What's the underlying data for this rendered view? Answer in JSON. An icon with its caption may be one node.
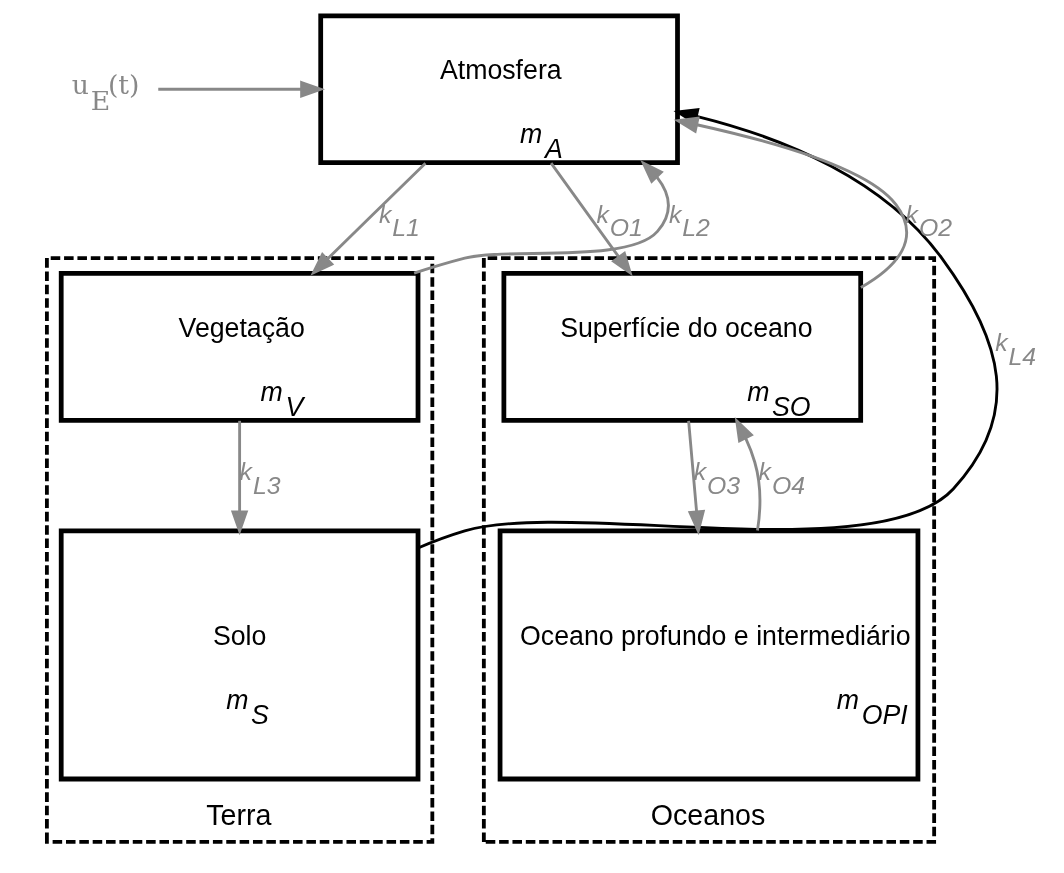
{
  "diagram": {
    "nodes": [
      {
        "text": [
          "u$_{E}$(t)"
        ]
      },
      {
        "text": [
          "Atmosfera",
          "m$_{A}$"
        ]
      },
      {
        "text": [
          "Terra"
        ]
      },
      {
        "text": [
          "Vegetação",
          "m$_{V}$"
        ],
        "in": 2
      },
      {
        "text": [
          "Solo",
          "m$_{S}$"
        ],
        "in": 2
      },
      {
        "text": [
          "Oceanos"
        ]
      },
      {
        "text": [
          "Superfície do oceano",
          "m$_{SO}$"
        ],
        "in": 5
      },
      {
        "text": [
          "Oceano profundo e intermediário",
          "m$_{OPI}$"
        ],
        "in": 5
      }
    ],
    "edges": [
      {
        "from": 0,
        "to": 1,
        "arrow": "to"
      },
      {
        "from": 1,
        "to": 3,
        "arrow": "to",
        "label": "k$_{L1}$"
      },
      {
        "from": 3,
        "to": 1,
        "arrow": "to",
        "label": "k$_{L2}$"
      },
      {
        "from": 3,
        "to": 4,
        "arrow": "to",
        "label": "k$_{L3}$"
      },
      {
        "from": 4,
        "to": 1,
        "arrow": "to",
        "label": "k$_{L4}$",
        "color": "#000000"
      },
      {
        "from": 1,
        "to": 6,
        "arrow": "to",
        "label": "k$_{O1}$"
      },
      {
        "from": 6,
        "to": 1,
        "arrow": "to",
        "label": "k$_{O2}$"
      },
      {
        "from": 6,
        "to": 7,
        "arrow": "to",
        "label": "k$_{O3}$"
      },
      {
        "from": 7,
        "to": 6,
        "arrow": "to",
        "label": "k$_{O4}$"
      }
    ]
  }
}
